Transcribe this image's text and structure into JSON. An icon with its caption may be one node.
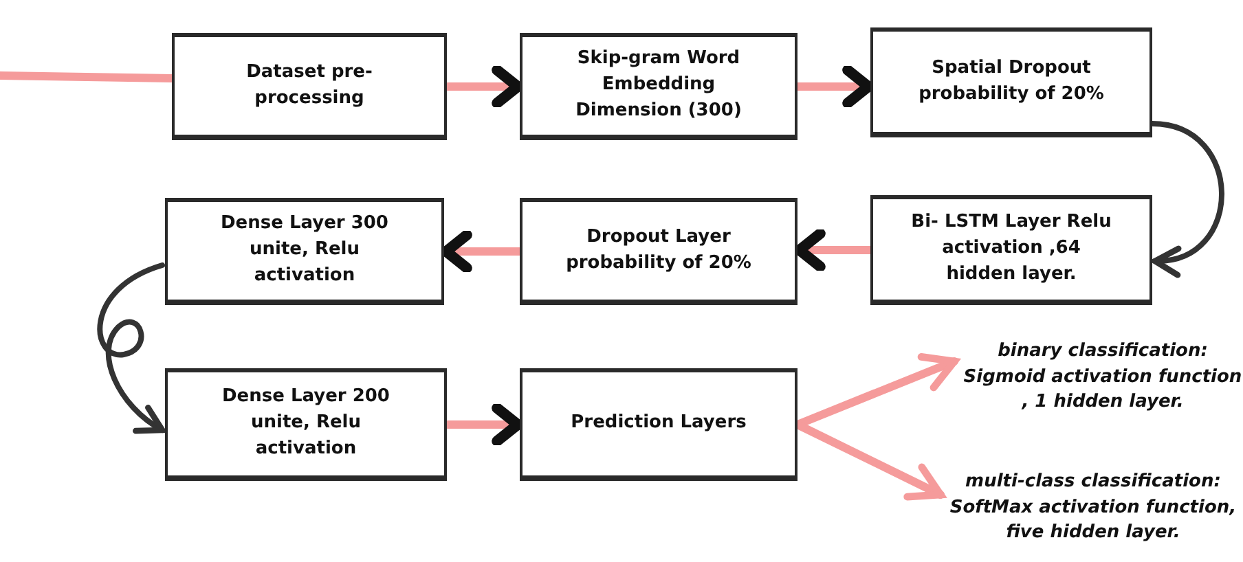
{
  "diagram": {
    "nodes": [
      {
        "text": [
          "Dataset pre-processing"
        ]
      },
      {
        "text": [
          "Skip-gram Word Embedding Dimension (300)"
        ]
      },
      {
        "text": [
          "Spatial Dropout probability of 20%"
        ]
      },
      {
        "text": [
          "Dense Layer 300 unite, Relu activation"
        ]
      },
      {
        "text": [
          "Dropout Layer probability of 20%"
        ]
      },
      {
        "text": [
          "Bi- LSTM Layer Relu activation ,64 hidden layer."
        ]
      },
      {
        "text": [
          "Dense Layer 200 unite, Relu activation"
        ]
      },
      {
        "text": [
          "Prediction Layers"
        ]
      },
      {
        "text": [
          "binary classification: Sigmoid activation function , 1 hidden layer."
        ]
      },
      {
        "text": [
          "multi-class classification: SoftMax activation function, five  hidden layer."
        ]
      }
    ],
    "edges": [
      {
        "from": null,
        "to": 0,
        "arrow": "none"
      },
      {
        "from": 0,
        "to": 1,
        "arrow": "to"
      },
      {
        "from": 1,
        "to": 2,
        "arrow": "to"
      },
      {
        "from": 2,
        "to": 5,
        "arrow": "to",
        "color": "#333333"
      },
      {
        "from": 5,
        "to": 4,
        "arrow": "to"
      },
      {
        "from": 4,
        "to": 3,
        "arrow": "to"
      },
      {
        "from": 3,
        "to": 6,
        "arrow": "to",
        "color": "#333333"
      },
      {
        "from": 6,
        "to": 7,
        "arrow": "to"
      },
      {
        "from": 7,
        "to": 8,
        "arrow": "to"
      },
      {
        "from": 7,
        "to": 9,
        "arrow": "to"
      }
    ]
  }
}
